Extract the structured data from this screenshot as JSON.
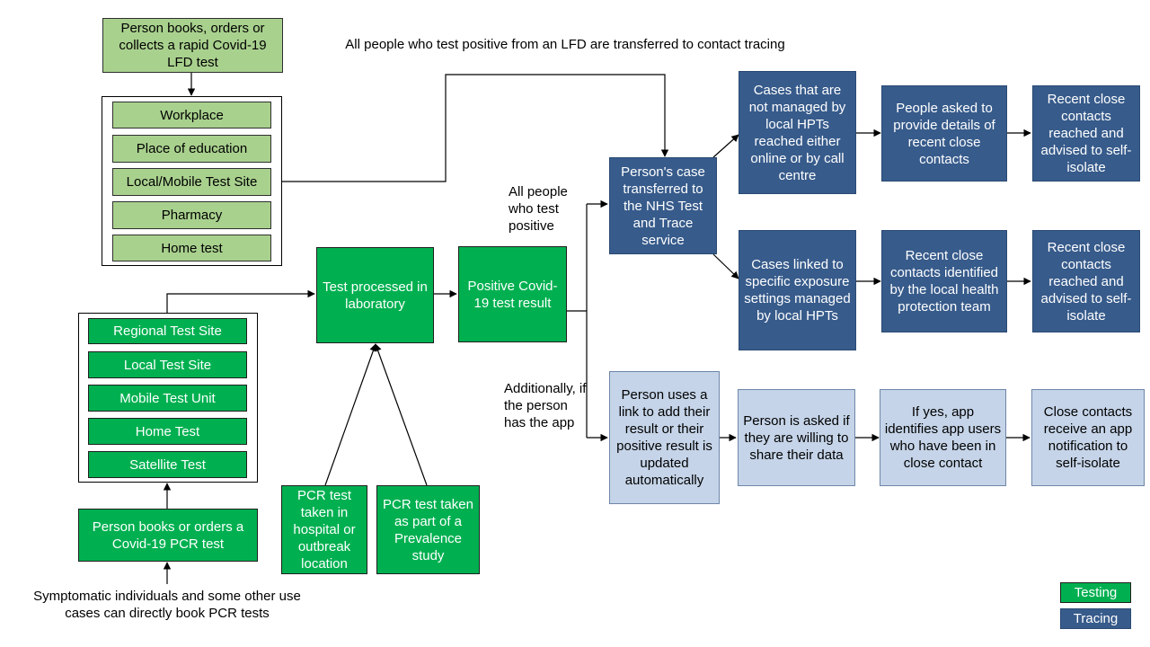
{
  "lfd": {
    "start": "Person books, orders or collects a rapid Covid-19 LFD test",
    "sites": [
      "Workplace",
      "Place of education",
      "Local/Mobile Test Site",
      "Pharmacy",
      "Home test"
    ]
  },
  "pcr": {
    "sites": [
      "Regional Test Site",
      "Local Test Site",
      "Mobile Test Unit",
      "Home Test",
      "Satellite Test"
    ],
    "start": "Person books or orders a Covid-19 PCR test",
    "symptomatic_note": "Symptomatic individuals and some other use cases can directly book PCR tests",
    "hospital": "PCR test taken in hospital or outbreak location",
    "prevalence": "PCR test taken as part of a Prevalence study"
  },
  "lab": "Test processed in laboratory",
  "positive": "Positive Covid-19 test result",
  "notes": {
    "lfd_transfer": "All people who test positive from an LFD are transferred to contact tracing",
    "all_positive": "All people who test positive",
    "additionally": "Additionally, if the person has the app"
  },
  "tracing": {
    "transfer": "Person's case transferred to the NHS Test and Trace service",
    "not_managed": "Cases that are not managed by local HPTs reached either online or by call centre",
    "asked_details": "People asked to provide details of recent close contacts",
    "reached_1": "Recent close contacts reached and advised to self-isolate",
    "linked": "Cases linked to specific exposure settings managed by local HPTs",
    "identified": "Recent close contacts identified by the local health protection team",
    "reached_2": "Recent close contacts reached and advised to self-isolate"
  },
  "app": {
    "uses_link": "Person uses a link to add their result or their positive result is updated automatically",
    "asked_share": "Person is asked if they are willing to share their data",
    "identifies": "If yes, app identifies app users who have been in close contact",
    "notification": "Close contacts receive an app notification to self-isolate"
  },
  "legend": {
    "testing": "Testing",
    "tracing": "Tracing"
  },
  "colors": {
    "lfd_green": "#a9d18e",
    "testing_green": "#00b050",
    "tracing_blue": "#375b8b",
    "app_blue": "#c5d4e8"
  }
}
